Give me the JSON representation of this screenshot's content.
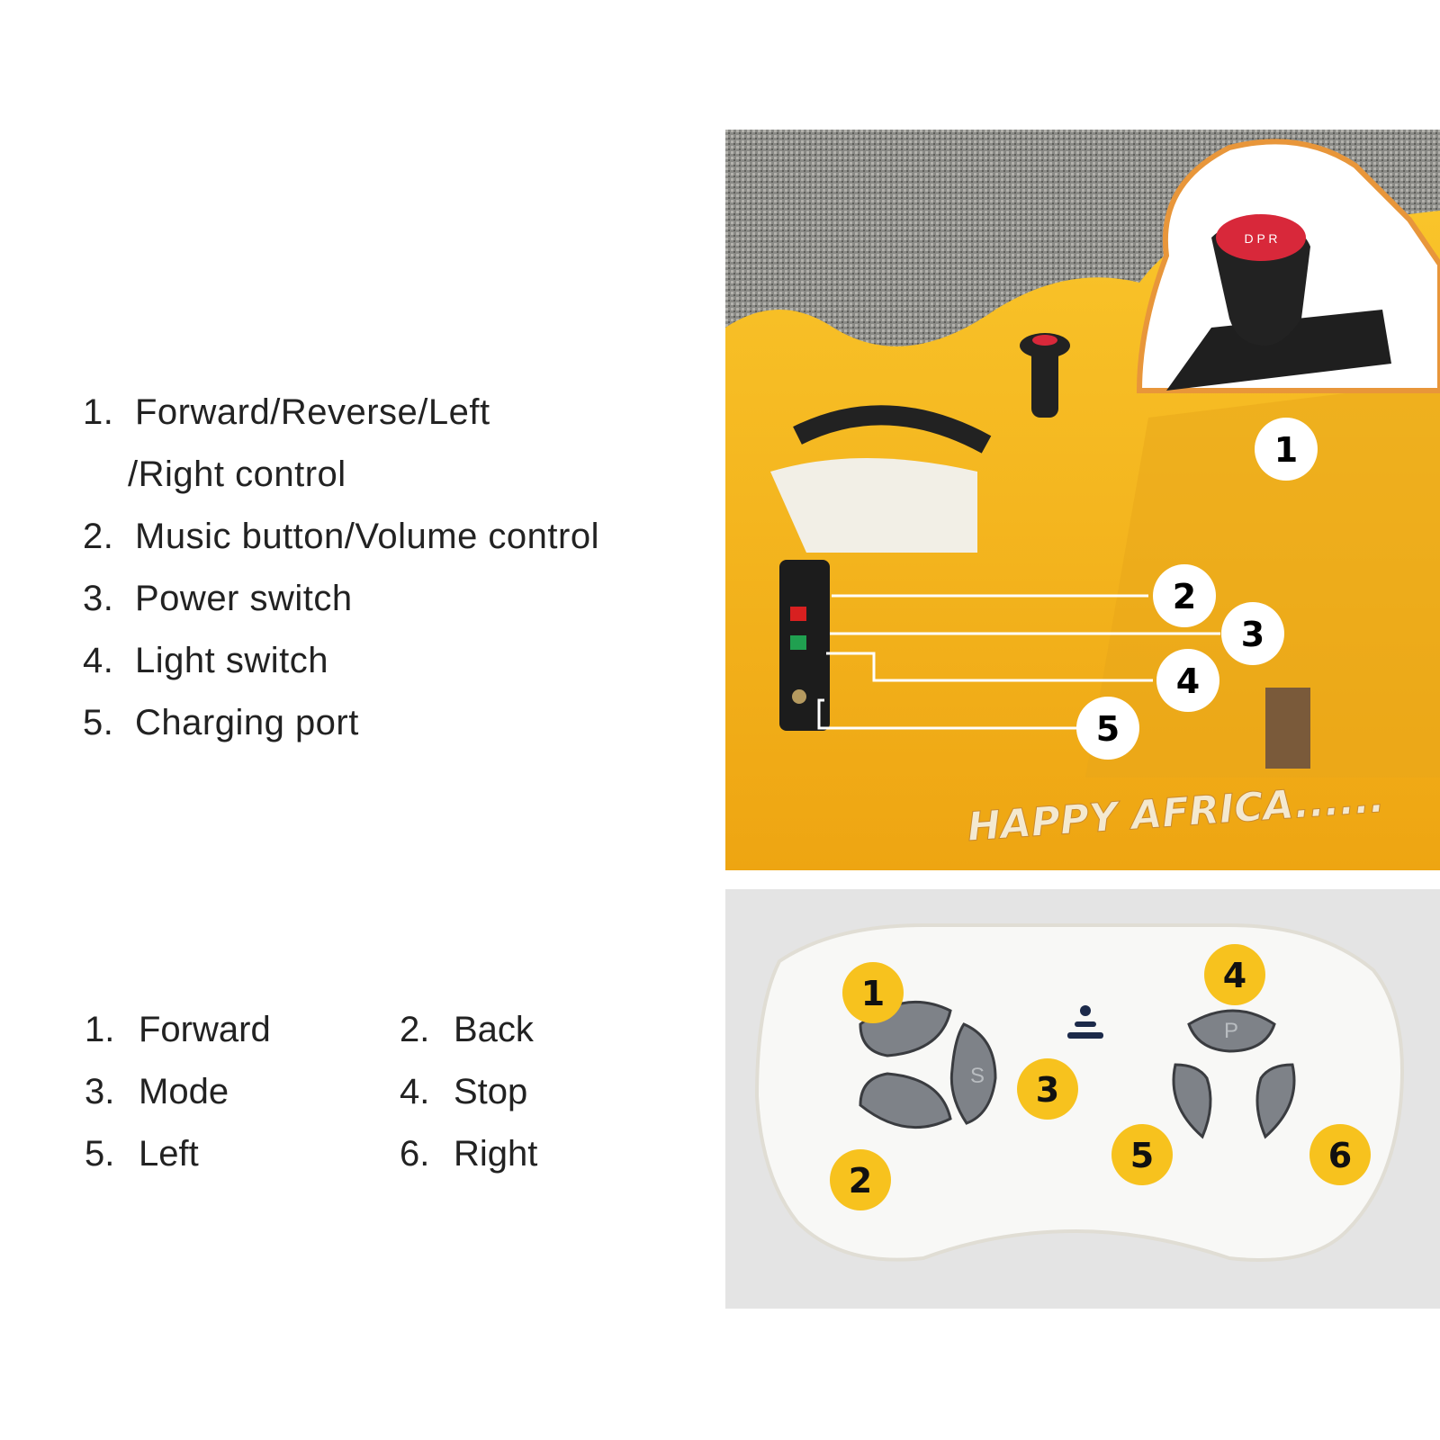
{
  "car_features": {
    "items": [
      {
        "number": "1.",
        "label": "Forward/Reverse/Left",
        "label_cont": "/Right control"
      },
      {
        "number": "2.",
        "label": "Music button/Volume control"
      },
      {
        "number": "3.",
        "label": "Power switch"
      },
      {
        "number": "4.",
        "label": "Light switch"
      },
      {
        "number": "5.",
        "label": "Charging port"
      }
    ],
    "photo_callouts": [
      "1",
      "2",
      "3",
      "4",
      "5"
    ],
    "decal_text": "HAPPY AFRICA......",
    "knob_letters": "D P R"
  },
  "remote_features": {
    "items": [
      {
        "number": "1.",
        "label": "Forward"
      },
      {
        "number": "2.",
        "label": "Back"
      },
      {
        "number": "3.",
        "label": "Mode"
      },
      {
        "number": "4.",
        "label": "Stop"
      },
      {
        "number": "5.",
        "label": "Left"
      },
      {
        "number": "6.",
        "label": "Right"
      }
    ],
    "photo_callouts": [
      "1",
      "2",
      "3",
      "4",
      "5",
      "6"
    ],
    "button_labels": {
      "mode": "S",
      "stop": "P"
    }
  },
  "colors": {
    "car_yellow": "#f5b21a",
    "callout_yellow": "#f7c21e",
    "button_grey": "#7e8288",
    "highlight_orange": "#e8963a"
  }
}
